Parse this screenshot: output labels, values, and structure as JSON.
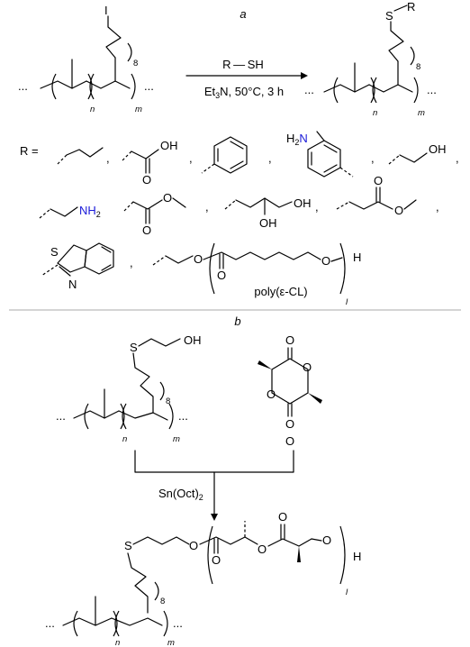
{
  "panel_a": {
    "label": "a",
    "reagent": "R — SH",
    "conditions_prefix": "Et",
    "conditions_sub": "3",
    "conditions_suffix": "N, 50°C, 3 h",
    "substituent_prefix": "R  =",
    "r_label": "R",
    "halogen": "I",
    "sulfur": "S",
    "oh": "OH",
    "o": "O",
    "nh2_n": "NH",
    "nh2_sub": "2",
    "h2n_h": "H",
    "h2n_sub": "2",
    "h2n_n": "N",
    "n": "N",
    "h": "H",
    "pcl_label": "poly(ε-CL)",
    "comma": ","
  },
  "panel_b": {
    "label": "b",
    "catalyst_prefix": "Sn(Oct)",
    "catalyst_sub": "2",
    "sulfur": "S",
    "oh": "OH",
    "o": "O",
    "h": "H"
  },
  "polymer": {
    "repeat_8": "8",
    "repeat_n": "n",
    "repeat_m": "m",
    "repeat_l": "l",
    "ellipsis": "..."
  },
  "colors": {
    "iodine": "#3aa635",
    "sulfur": "#7b3a3a",
    "oxygen": "#e8141a",
    "nitrogen": "#1a1ad8",
    "bond": "#000000",
    "divider": "#aaaaaa"
  }
}
